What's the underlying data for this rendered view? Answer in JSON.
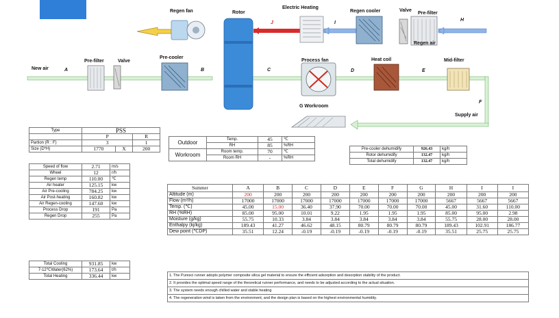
{
  "diagram": {
    "labels": {
      "regen_fan": "Regen fan",
      "rotor": "Rotor",
      "electric_heating": "Electric Heating",
      "regen_cooler": "Regen cooler",
      "valve_top": "Valve",
      "pre_filter_top": "Pre-filter",
      "regen_air": "Regen air",
      "new_air": "New air",
      "pre_filter": "Pre-filter",
      "valve": "Valve",
      "pre_cooler": "Pre-cooler",
      "process_fan": "Process fan",
      "heat_coil": "Heat coil",
      "mid_filter": "Mid-filter",
      "workroom": "G Workroom",
      "supply_air": "Supply air"
    },
    "points": {
      "A": "A",
      "B": "B",
      "C": "C",
      "D": "D",
      "E": "E",
      "F": "F",
      "H": "H",
      "I": "I",
      "J": "J"
    }
  },
  "spec_table": {
    "type_label": "Type",
    "type_value": "PSS",
    "p": "P",
    "r": "R",
    "partition_label": "Partion (R : F)",
    "partition_p": "3",
    "partition_r": "1",
    "size_label": "Size (D*H)",
    "size_d": "1770",
    "size_x": "X",
    "size_h": "200",
    "rows": [
      {
        "label": "Speed of flow",
        "value": "2.71",
        "unit": "m/s"
      },
      {
        "label": "Wheel",
        "value": "12",
        "unit": "r/h"
      },
      {
        "label": "Regen temp",
        "value": "110.00",
        "unit": "℃"
      },
      {
        "label": "Air heater",
        "value": "125.15",
        "unit": "kw"
      },
      {
        "label": "Air Pre-cooling",
        "value": "784.25",
        "unit": "kw"
      },
      {
        "label": "Air Post-heating",
        "value": "160.82",
        "unit": "kw"
      },
      {
        "label": "Air Regen-cooling",
        "value": "147.60",
        "unit": "kw"
      },
      {
        "label": "Process Drop",
        "value": "191",
        "unit": "Pa"
      },
      {
        "label": "Regen Drop",
        "value": "255",
        "unit": "Pa"
      }
    ]
  },
  "totals_table": [
    {
      "label": "Total Cooling",
      "value": "931.85",
      "unit": "kw"
    },
    {
      "label": "7-12℃Water(62%)",
      "value": "173.64",
      "unit": "t/h"
    },
    {
      "label": "Total Heating",
      "value": "336.44",
      "unit": "kw"
    }
  ],
  "conditions": {
    "outdoor_label": "Outdoor",
    "workroom_label": "Workroom",
    "rows": [
      {
        "label": "Temp.",
        "value": "45",
        "unit": "℃"
      },
      {
        "label": "RH",
        "value": "85",
        "unit": "%RH"
      },
      {
        "label": "Room temp.",
        "value": "70",
        "unit": "℃"
      },
      {
        "label": "Room RH",
        "value": "-",
        "unit": "%RH"
      }
    ]
  },
  "dehumidify": [
    {
      "label": "Pre-cooler dehumidify",
      "value": "926.43",
      "unit": "kg/h"
    },
    {
      "label": "Rotor dehumidify",
      "value": "132.47",
      "unit": "kg/h"
    },
    {
      "label": "Total dehumidify",
      "value": "132.47",
      "unit": "kg/h"
    }
  ],
  "summer_table": {
    "header": "Summer",
    "columns": [
      "A",
      "B",
      "C",
      "D",
      "E",
      "F",
      "G",
      "H",
      "I",
      "I"
    ],
    "rows": [
      {
        "label": "Altitude (m)",
        "values": [
          "200",
          "200",
          "200",
          "200",
          "200",
          "200",
          "200",
          "200",
          "200",
          "200"
        ]
      },
      {
        "label": "Flow (m³/h)",
        "values": [
          "17000",
          "17000",
          "17000",
          "17000",
          "17000",
          "17000",
          "17000",
          "5667",
          "5667",
          "5667"
        ]
      },
      {
        "label": "Temp. (℃)",
        "values": [
          "45.00",
          "15.00",
          "36.40",
          "37.90",
          "70.00",
          "70.00",
          "70.00",
          "45.00",
          "31.60",
          "110.00"
        ]
      },
      {
        "label": "RH (%RH)",
        "values": [
          "85.00",
          "95.00",
          "10.01",
          "9.22",
          "1.95",
          "1.95",
          "1.95",
          "85.00",
          "95.00",
          "2.98"
        ]
      },
      {
        "label": "Moisture (g/kg)",
        "values": [
          "55.75",
          "10.33",
          "3.84",
          "3.84",
          "3.84",
          "3.84",
          "3.84",
          "55.75",
          "28.00",
          "28.00"
        ]
      },
      {
        "label": "Enthalpy (kj/kg)",
        "values": [
          "189.43",
          "41.27",
          "46.62",
          "48.15",
          "80.79",
          "80.79",
          "80.79",
          "189.43",
          "102.91",
          "186.77"
        ]
      },
      {
        "label": "Dew point (℃DP)",
        "values": [
          "35.51",
          "12.24",
          "-0.19",
          "-0.19",
          "-0.19",
          "-0.19",
          "-0.19",
          "35.51",
          "25.75",
          "25.75"
        ]
      }
    ]
  },
  "notes": [
    "1. The Puresci runner adopts polymer composite silica gel material to ensure the efficient adsorption and desorption stability of the product.",
    "2. It provides the optimal speed range of the theoretical runner performance, and needs to be adjusted according to the actual situation.",
    "3. The system needs enough chilled water and stable heating",
    "4. The regeneration wind is taken from the environment, and the design plan is based on the highest environmental humidity."
  ]
}
